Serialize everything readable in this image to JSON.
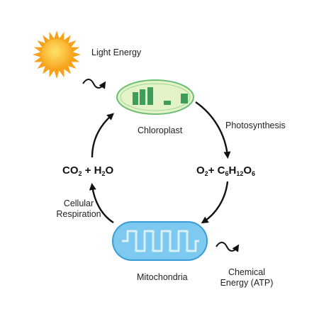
{
  "labels": {
    "light_energy": "Light Energy",
    "chloroplast": "Chloroplast",
    "photosynthesis": "Photosynthesis",
    "cellular_respiration_line1": "Cellular",
    "cellular_respiration_line2": "Respiration",
    "mitochondria": "Mitochondria",
    "chemical_energy_line1": "Chemical",
    "chemical_energy_line2": "Energy (ATP)"
  },
  "formula_left": {
    "part1": "CO",
    "sub1": "2",
    "plus": "+",
    "part2": "H",
    "sub2": "2",
    "part3": "O"
  },
  "formula_right": {
    "part1": "O",
    "sub1": "2",
    "plus": "+",
    "part2": "C",
    "sub2": "6",
    "part3": "H",
    "sub3": "12",
    "part4": "O",
    "sub4": "6"
  },
  "colors": {
    "sun": "#fbb117",
    "sun_rays": "#f7a21b",
    "chloroplast_fill": "#e4f2c7",
    "chloroplast_stroke": "#6cbf73",
    "thylakoid": "#3f9c5a",
    "mitochondria_fill": "#7ec9f0",
    "mitochondria_stroke": "#3b9bd6",
    "arrows": "#111111"
  }
}
